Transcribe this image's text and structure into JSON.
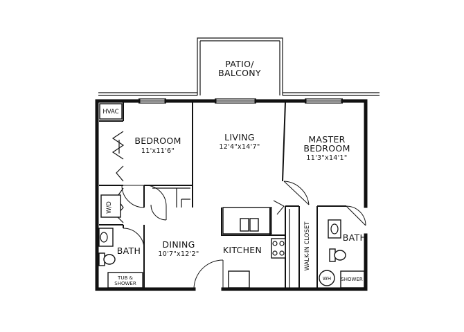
{
  "rooms": {
    "patio": {
      "line1": "PATIO/",
      "line2": "BALCONY"
    },
    "bedroom": {
      "name": "BEDROOM",
      "dims": "11'x11'6\""
    },
    "living": {
      "name": "LIVING",
      "dims": "12'4\"x14'7\""
    },
    "master": {
      "line1": "MASTER",
      "line2": "BEDROOM",
      "dims": "11'3\"x14'1\""
    },
    "dining": {
      "name": "DINING",
      "dims": "10'7\"x12'2\""
    },
    "kitchen": {
      "name": "KITCHEN"
    },
    "bath_left": {
      "name": "BATH"
    },
    "bath_right": {
      "name": "BATH"
    },
    "walk_in_closet": {
      "name": "WALK-IN CLOSET"
    }
  },
  "fixtures": {
    "hvac": "HVAC",
    "washer_dryer": "W/D",
    "tub_line1": "TUB &",
    "tub_line2": "SHOWER",
    "water_heater": "WH",
    "shower": "SHOWER"
  }
}
